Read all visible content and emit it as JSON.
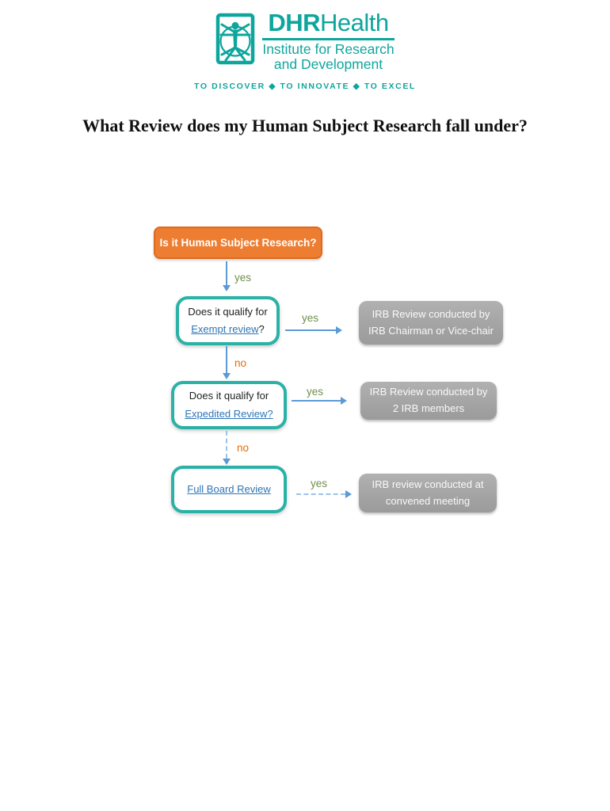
{
  "logo": {
    "brand_bold": "DHR",
    "brand_light": "Health",
    "subtitle_line1": "Institute for Research",
    "subtitle_line2": "and Development",
    "tagline": "TO DISCOVER ◆ TO INNOVATE ◆ TO EXCEL",
    "teal": "#0EA69C"
  },
  "title": "What Review does my Human Subject Research fall under?",
  "flowchart": {
    "start": {
      "label": "Is it Human Subject Research?"
    },
    "labels": {
      "yes": "yes",
      "no": "no"
    },
    "decisions": [
      {
        "line1": "Does it qualify for",
        "link": "Exempt review",
        "suffix": "?"
      },
      {
        "line1": "Does it qualify for",
        "link": "Expedited Review?",
        "suffix": ""
      },
      {
        "line1": "",
        "link": "Full Board Review",
        "suffix": ""
      }
    ],
    "outcomes": [
      {
        "line1": "IRB Review conducted by",
        "line2": "IRB Chairman or Vice-chair"
      },
      {
        "line1": "IRB Review conducted by",
        "line2": "2 IRB members"
      },
      {
        "line1": "IRB review conducted at",
        "line2": "convened meeting"
      }
    ],
    "colors": {
      "start_fill": "#ED7D31",
      "start_border": "#DE6A1F",
      "decision_border": "#2BB2A7",
      "outcome_fill": "#A6A6A6",
      "arrow": "#5B9BD5",
      "arrow_dashed": "#9CC3E6",
      "yes_label": "#6F8F4A",
      "no_label": "#E36C0A",
      "link": "#2E75B6"
    }
  }
}
